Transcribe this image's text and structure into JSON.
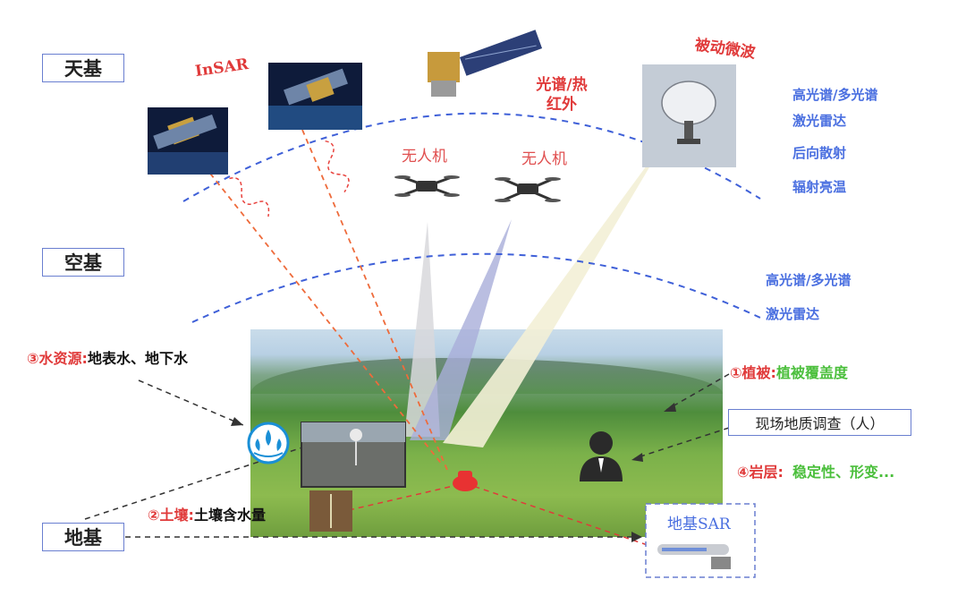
{
  "tiers": {
    "space": "天基",
    "air": "空基",
    "ground": "地基"
  },
  "space_labels": {
    "insar": "InSAR",
    "spectral": "光谱/热红外",
    "microwave": "被动微波"
  },
  "air_labels": {
    "uav1": "无人机",
    "uav2": "无人机"
  },
  "space_list": [
    "高光谱/多光谱",
    "激光雷达",
    "后向散射",
    "辐射亮温"
  ],
  "air_list": [
    "高光谱/多光谱",
    "激光雷达"
  ],
  "items": {
    "water_title": "③水资源:",
    "water_desc": "地表水、地下水",
    "soil_title": "②土壤:",
    "soil_desc": "土壤含水量",
    "veg_title": "①植被:",
    "veg_desc": "植被覆盖度",
    "survey": "现场地质调查（人）",
    "rock_title": "④岩层:",
    "rock_desc": "稳定性、形变..."
  },
  "ground_sar": "地基SAR",
  "colors": {
    "accent_red": "#e03a3a",
    "accent_blue": "#4a6fe0",
    "accent_green": "#4bbf3c"
  }
}
